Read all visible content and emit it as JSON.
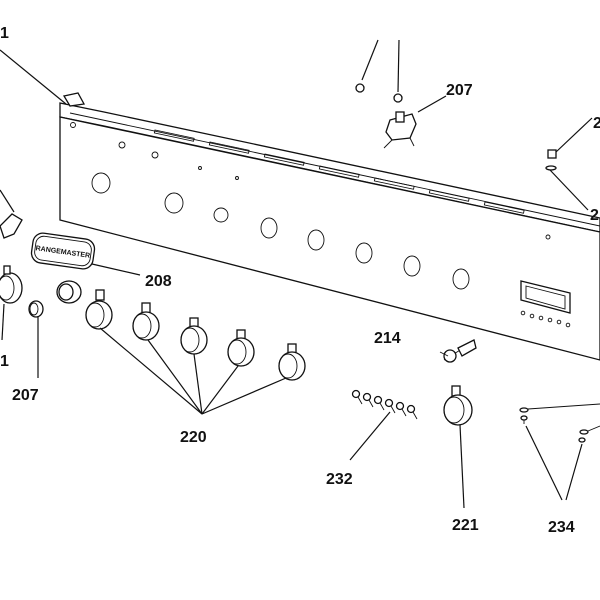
{
  "diagram": {
    "labels": {
      "panel_partial": "1",
      "brand_badge_text": "RANGEMASTER",
      "badge": "208",
      "screw_top_right_a_partial": "2",
      "screw_top_right_b_partial": "2",
      "ignition_switch_top": "207",
      "ignition_switch_left": "207",
      "left_knob_partial": "1",
      "knobs": "220",
      "rotary_switch": "214",
      "screws": "232",
      "knob_single": "221",
      "clips": "234"
    }
  }
}
